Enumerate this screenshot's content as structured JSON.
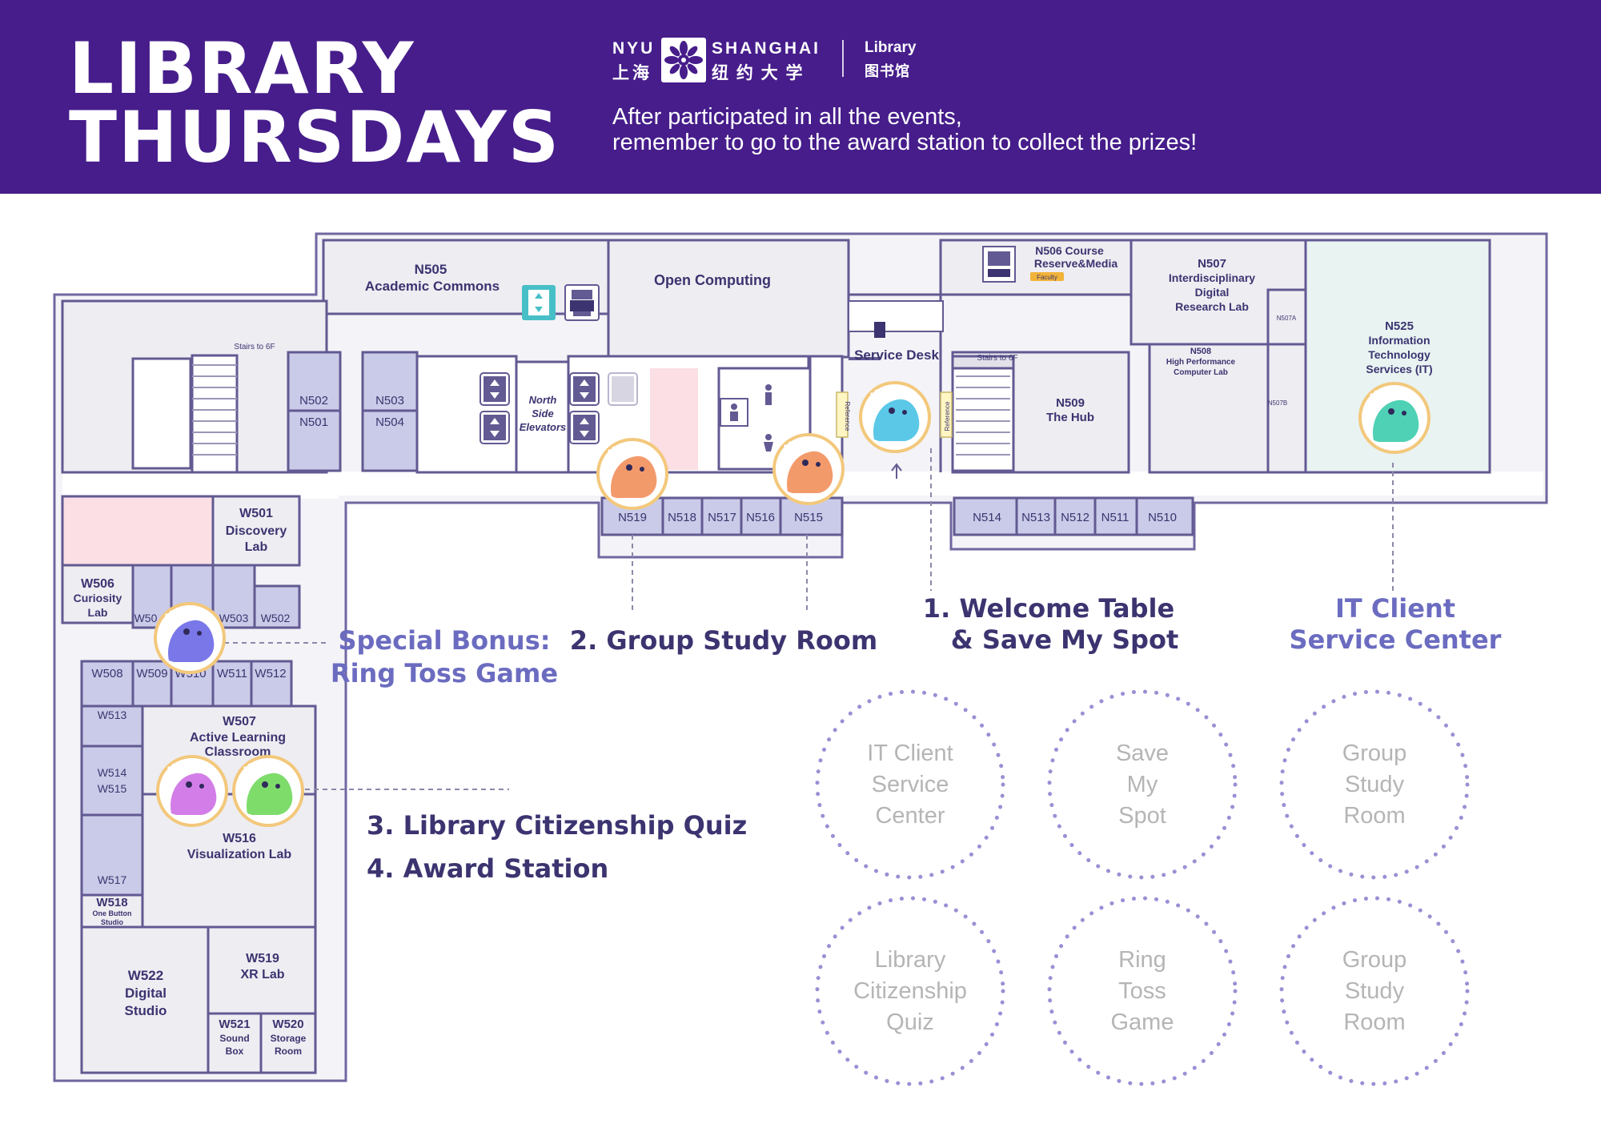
{
  "header": {
    "title_line1": "LIBRARY",
    "title_line2": "THURSDAYS",
    "logo": {
      "nyu": "NYU",
      "shanghai_cn": "上海",
      "shanghai": "SHANGHAI",
      "nyu_cn": "纽 约 大 学",
      "library": "Library",
      "library_cn": "图书馆"
    },
    "message_line1": "After participated in all the events,",
    "message_line2": "remember to go to the award station to collect the prizes!"
  },
  "colors": {
    "brand_purple": "#461d8b",
    "wall": "#625a92",
    "room_fill": "#eeedf2",
    "study_room_fill": "#c9cbe8",
    "it_fill": "#e9f3f2",
    "discovery_fill": "#fbdfe4",
    "event_label": "#3b3470",
    "it_label": "#6b6cc0",
    "circle_text": "#b5b5b5",
    "dotted_circle": "#9a90d4"
  },
  "rooms": {
    "n505": "N505",
    "n505_name": "Academic Commons",
    "open_computing": "Open Computing",
    "n506": "N506 Course",
    "n506_name": "Reserve&Media",
    "faculty": "Faculty",
    "n507": "N507",
    "n507_l1": "Interdisciplinary",
    "n507_l2": "Digital",
    "n507_l3": "Research Lab",
    "n507a": "N507A",
    "n507b": "N507B",
    "n508": "N508",
    "n508_l1": "High Performance",
    "n508_l2": "Computer Lab",
    "n509": "N509",
    "n509_name": "The Hub",
    "n525": "N525",
    "n525_l1": "Information",
    "n525_l2": "Technology",
    "n525_l3": "Services (IT)",
    "service_desk": "Service Desk",
    "stairs_left": "Stairs to 6F",
    "stairs_right": "Stairs to 6F",
    "reference": "Reference",
    "elevators_l1": "North",
    "elevators_l2": "Side",
    "elevators_l3": "Elevators",
    "n502": "N502",
    "n501": "N501",
    "n503": "N503",
    "n504": "N504",
    "n519": "N519",
    "n518": "N518",
    "n517": "N517",
    "n516": "N516",
    "n515": "N515",
    "n514": "N514",
    "n513": "N513",
    "n512": "N512",
    "n511": "N511",
    "n510": "N510",
    "w501": "W501",
    "w501_l1": "Discovery",
    "w501_l2": "Lab",
    "w506": "W506",
    "w506_l1": "Curiosity",
    "w506_l2": "Lab",
    "w505": "W50",
    "w503": "W503",
    "w502": "W502",
    "w508": "W508",
    "w509": "W509",
    "w510": "W510",
    "w511": "W511",
    "w512": "W512",
    "w513": "W513",
    "w514": "W514",
    "w515": "W515",
    "w517": "W517",
    "w507": "W507",
    "w507_l1": "Active Learning",
    "w507_l2": "Classroom",
    "w516": "W516",
    "w516_name": "Visualization Lab",
    "w518": "W518",
    "w518_l1": "One Button",
    "w518_l2": "Studio",
    "w519": "W519",
    "w519_name": "XR Lab",
    "w522": "W522",
    "w522_l1": "Digital",
    "w522_l2": "Studio",
    "w521": "W521",
    "w521_l1": "Sound",
    "w521_l2": "Box",
    "w520": "W520",
    "w520_l1": "Storage",
    "w520_l2": "Room"
  },
  "events": {
    "welcome_l1": "1. Welcome Table",
    "welcome_l2": "& Save My Spot",
    "group_study": "2. Group Study Room",
    "quiz": "3. Library Citizenship Quiz",
    "award": "4. Award Station",
    "bonus_l1": "Special Bonus:",
    "bonus_l2": "Ring Toss Game",
    "it_l1": "IT Client",
    "it_l2": "Service Center"
  },
  "stamp_card": [
    {
      "lines": [
        "IT Client",
        "Service",
        "Center"
      ]
    },
    {
      "lines": [
        "Save",
        "My",
        "Spot"
      ]
    },
    {
      "lines": [
        "Group",
        "Study",
        "Room"
      ]
    },
    {
      "lines": [
        "Library",
        "Citizenship",
        "Quiz"
      ]
    },
    {
      "lines": [
        "Ring",
        "Toss",
        "Game"
      ]
    },
    {
      "lines": [
        "Group",
        "Study",
        "Room"
      ]
    }
  ],
  "mascots": [
    {
      "name": "welcome-mascot-icon",
      "color": "#5bc8e8"
    },
    {
      "name": "it-mascot-icon",
      "color": "#4fd1b5"
    },
    {
      "name": "group-study-mascot-icon",
      "color": "#f39a6b"
    },
    {
      "name": "group-study-mascot-icon",
      "color": "#f39a6b"
    },
    {
      "name": "ring-toss-mascot-icon",
      "color": "#7a78e8"
    },
    {
      "name": "quiz-mascot-icon",
      "color": "#d37ee8"
    },
    {
      "name": "award-mascot-icon",
      "color": "#7edc6b"
    }
  ]
}
